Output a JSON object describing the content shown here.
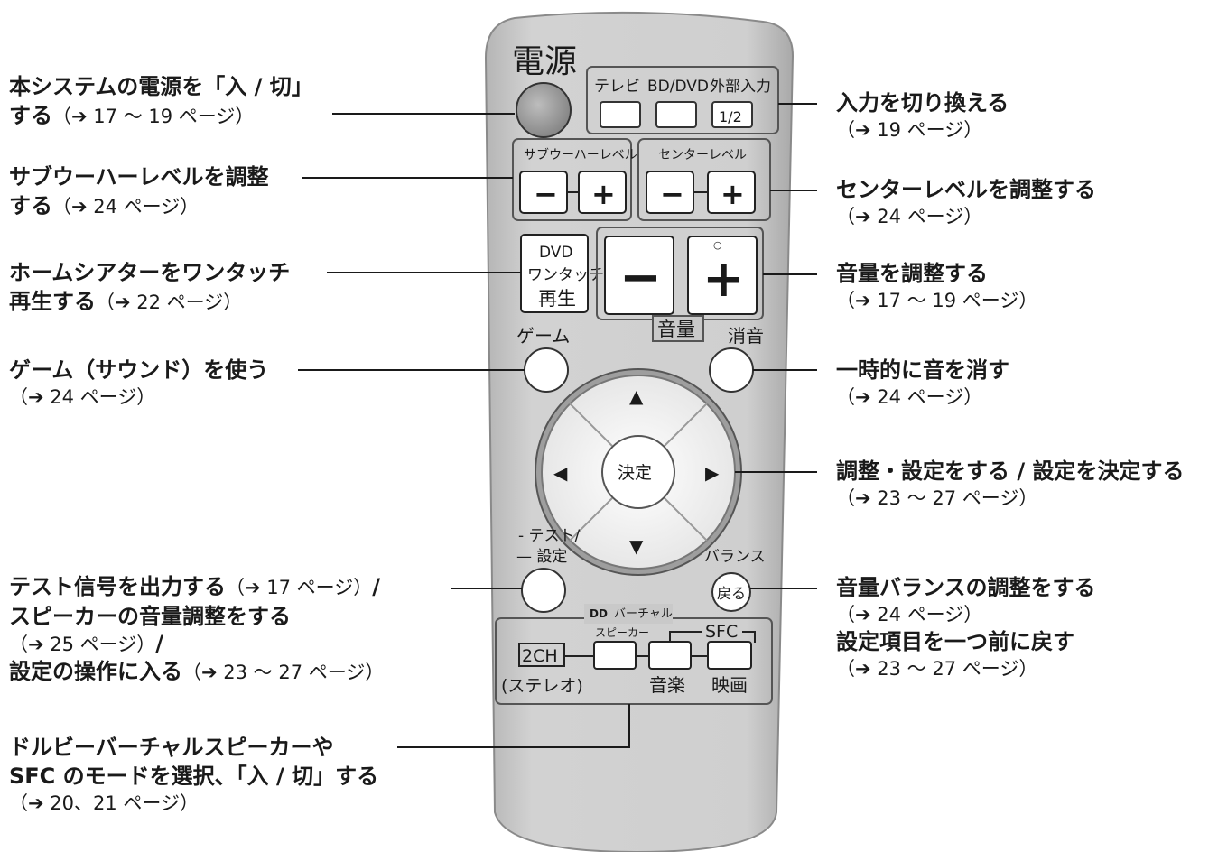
{
  "remote": {
    "power_label": "電源",
    "input": {
      "tv": "テレビ",
      "bddvd": "BD/DVD",
      "external": "外部入力",
      "external_sub": "1/2"
    },
    "subwoofer_label": "サブウーハーレベル",
    "center_label": "センターレベル",
    "minus": "−",
    "plus": "+",
    "dvd_onetouch": [
      "DVD",
      "ワンタッチ",
      "再生"
    ],
    "volume_label": "音量",
    "volume_dot": "○",
    "game_label": "ゲーム",
    "mute_label": "消音",
    "up": "▲",
    "down": "▼",
    "left": "◀",
    "right": "▶",
    "enter": "決定",
    "test_label": [
      "- テスト/",
      "— 設定"
    ],
    "balance_label": "バランス",
    "return_label": "戻る",
    "dd_mark": "DD",
    "virtual_label": "バーチャル",
    "speaker_label": "スピーカー",
    "sfc_label": "SFC",
    "ch2_label": "2CH",
    "stereo_label": "(ステレオ)",
    "music_label": "音楽",
    "movie_label": "映画"
  },
  "callouts": {
    "power": {
      "line1": "本システムの電源を「入 / 切」",
      "line2": "する",
      "ref": "（➔ 17 〜 19 ページ）"
    },
    "subwoofer": {
      "line1": "サブウーハーレベルを調整",
      "line2": "する",
      "ref": "（➔ 24 ページ）"
    },
    "onetouch": {
      "line1": "ホームシアターをワンタッチ",
      "line2": "再生する",
      "ref": "（➔ 22 ページ）"
    },
    "game": {
      "line1": "ゲーム（サウンド）を使う",
      "ref": "（➔ 24 ページ）"
    },
    "test": {
      "line1": "テスト信号を出力する",
      "ref1": "（➔ 17 ページ）",
      "slash": "/",
      "line2": "スピーカーの音量調整をする",
      "ref2": "（➔ 25 ページ）",
      "slash2": "/",
      "line3": "設定の操作に入る",
      "ref3": "（➔ 23 〜 27 ページ）"
    },
    "dolby": {
      "line1": "ドルビーバーチャルスピーカーや",
      "line2": "SFC のモードを選択、「入 / 切」する",
      "ref": "（➔ 20、21 ページ）"
    },
    "input": {
      "line1": "入力を切り換える",
      "ref": "（➔ 19 ページ）"
    },
    "center": {
      "line1": "センターレベルを調整する",
      "ref": "（➔ 24 ページ）"
    },
    "volume": {
      "line1": "音量を調整する",
      "ref": "（➔ 17 〜 19 ページ）"
    },
    "mute": {
      "line1": "一時的に音を消す",
      "ref": "（➔ 24 ページ）"
    },
    "adjust": {
      "line1": "調整・設定をする / 設定を決定する",
      "ref": "（➔ 23 〜 27 ページ）"
    },
    "balance": {
      "line1": "音量バランスの調整をする",
      "ref": "（➔ 24 ページ）",
      "line2": "設定項目を一つ前に戻す",
      "ref2": "（➔ 23 〜 27 ページ）"
    }
  },
  "colors": {
    "body": "#c9c9c9",
    "body_edge": "#8a8a8a",
    "button": "#ffffff",
    "power": "#9a9a9a",
    "text": "#1a1a1a"
  }
}
